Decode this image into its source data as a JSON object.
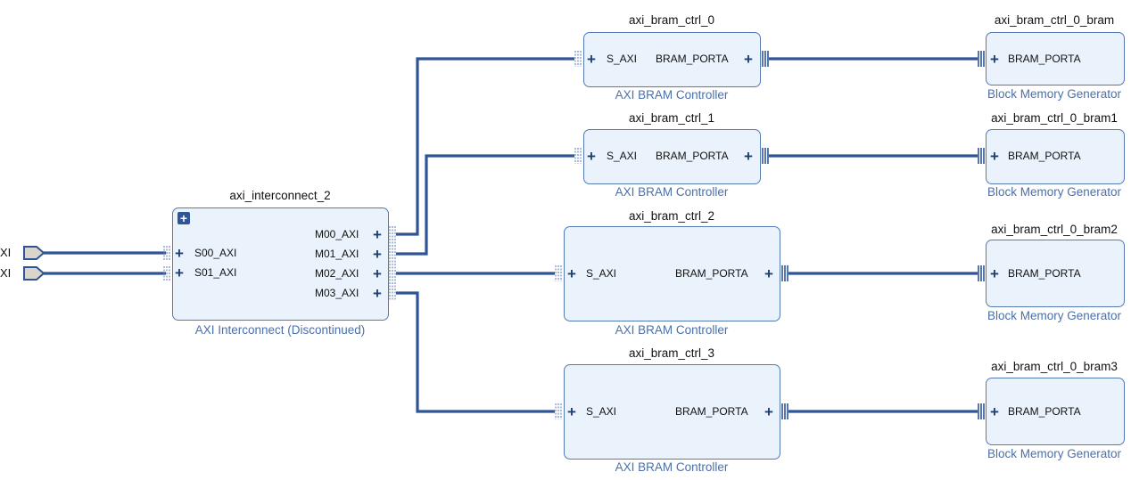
{
  "external_ports": [
    "XI",
    "XI"
  ],
  "interconnect": {
    "name": "axi_interconnect_2",
    "type": "AXI Interconnect (Discontinued)",
    "slave_ports": [
      "S00_AXI",
      "S01_AXI"
    ],
    "master_ports": [
      "M00_AXI",
      "M01_AXI",
      "M02_AXI",
      "M03_AXI"
    ],
    "expand_glyph": "+"
  },
  "controllers": [
    {
      "name": "axi_bram_ctrl_0",
      "type": "AXI BRAM Controller",
      "port_in": "S_AXI",
      "port_out": "BRAM_PORTA"
    },
    {
      "name": "axi_bram_ctrl_1",
      "type": "AXI BRAM Controller",
      "port_in": "S_AXI",
      "port_out": "BRAM_PORTA"
    },
    {
      "name": "axi_bram_ctrl_2",
      "type": "AXI BRAM Controller",
      "port_in": "S_AXI",
      "port_out": "BRAM_PORTA"
    },
    {
      "name": "axi_bram_ctrl_3",
      "type": "AXI BRAM Controller",
      "port_in": "S_AXI",
      "port_out": "BRAM_PORTA"
    }
  ],
  "memories": [
    {
      "name": "axi_bram_ctrl_0_bram",
      "type": "Block Memory Generator",
      "port": "BRAM_PORTA"
    },
    {
      "name": "axi_bram_ctrl_0_bram1",
      "type": "Block Memory Generator",
      "port": "BRAM_PORTA"
    },
    {
      "name": "axi_bram_ctrl_0_bram2",
      "type": "Block Memory Generator",
      "port": "BRAM_PORTA"
    },
    {
      "name": "axi_bram_ctrl_0_bram3",
      "type": "Block Memory Generator",
      "port": "BRAM_PORTA"
    }
  ],
  "colors": {
    "wire": "#2f5597",
    "block_fill": "#eaf3fc",
    "block_border": "#5479b3",
    "type_label": "#4b70aa",
    "port_fill": "#d9d4cc"
  }
}
